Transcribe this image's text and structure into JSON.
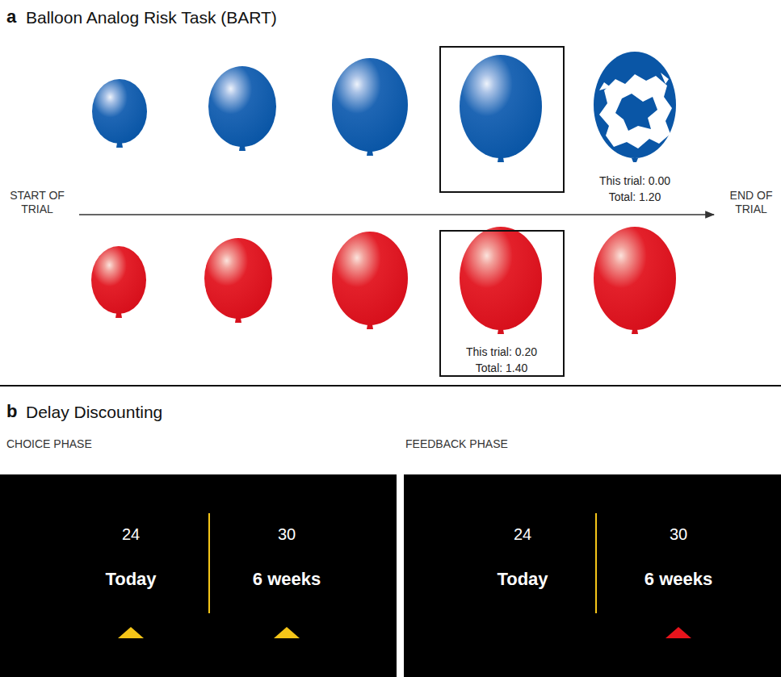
{
  "diagram": {
    "nodes": [
      {
        "text": [
          "24",
          "Today",
          "30",
          "6 weeks"
        ]
      },
      {
        "text": [
          "24",
          "Today",
          "30",
          "6 weeks"
        ]
      }
    ],
    "labels": [
      "a",
      "Balloon Analog Risk Task (BART)",
      "START OF TRIAL",
      "END OF TRIAL",
      "This trial: 0.00",
      "Total: 1.20",
      "This trial: 0.20",
      "Total: 1.40",
      "b",
      "Delay Discounting",
      "CHOICE PHASE",
      "FEEDBACK PHASE"
    ]
  }
}
